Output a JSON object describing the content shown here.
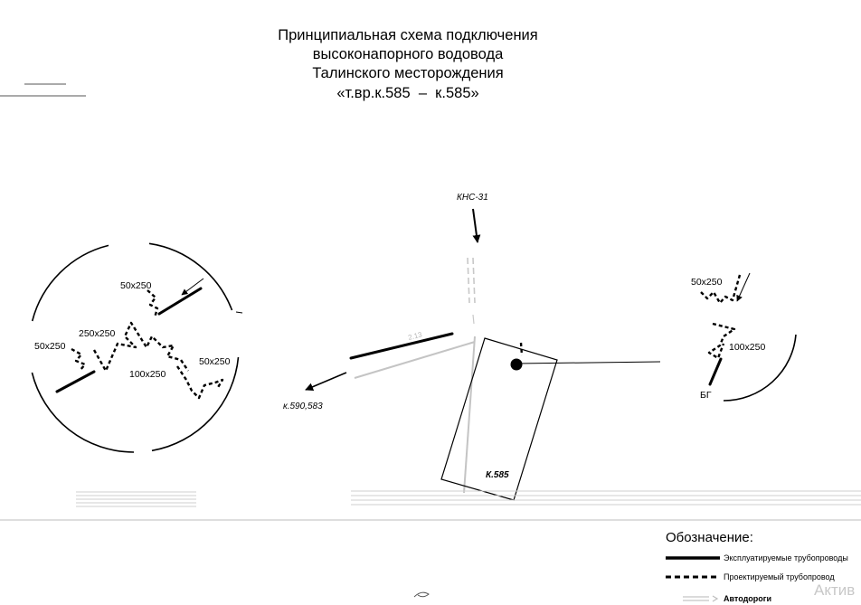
{
  "title": {
    "line1": "Принципиальная схема подключения",
    "line2": "высоконапорного водовода",
    "line3": "Талинского месторождения",
    "line4": "«т.вр.к.585  –  к.585»"
  },
  "diagram": {
    "left_detail": {
      "labels": [
        "50x250",
        "250x250",
        "50x250",
        "100x250",
        "50x250"
      ]
    },
    "center": {
      "kns": "КНС-31",
      "direction": "к.590,583",
      "pad": "К.585",
      "road_mark": "2.13"
    },
    "right_detail": {
      "labels": [
        "50x250",
        "100x250"
      ],
      "bg": "БГ"
    }
  },
  "legend": {
    "title": "Обозначение:",
    "items": [
      {
        "label": "Эксплуатируемые трубопроводы"
      },
      {
        "label": "Проектируемый трубопровод"
      },
      {
        "label": "Автодороги"
      }
    ]
  },
  "watermark": "Актив",
  "colors": {
    "pipeline": "#000000",
    "road": "#c4c4c4",
    "watermark": "#c8c8c8"
  }
}
